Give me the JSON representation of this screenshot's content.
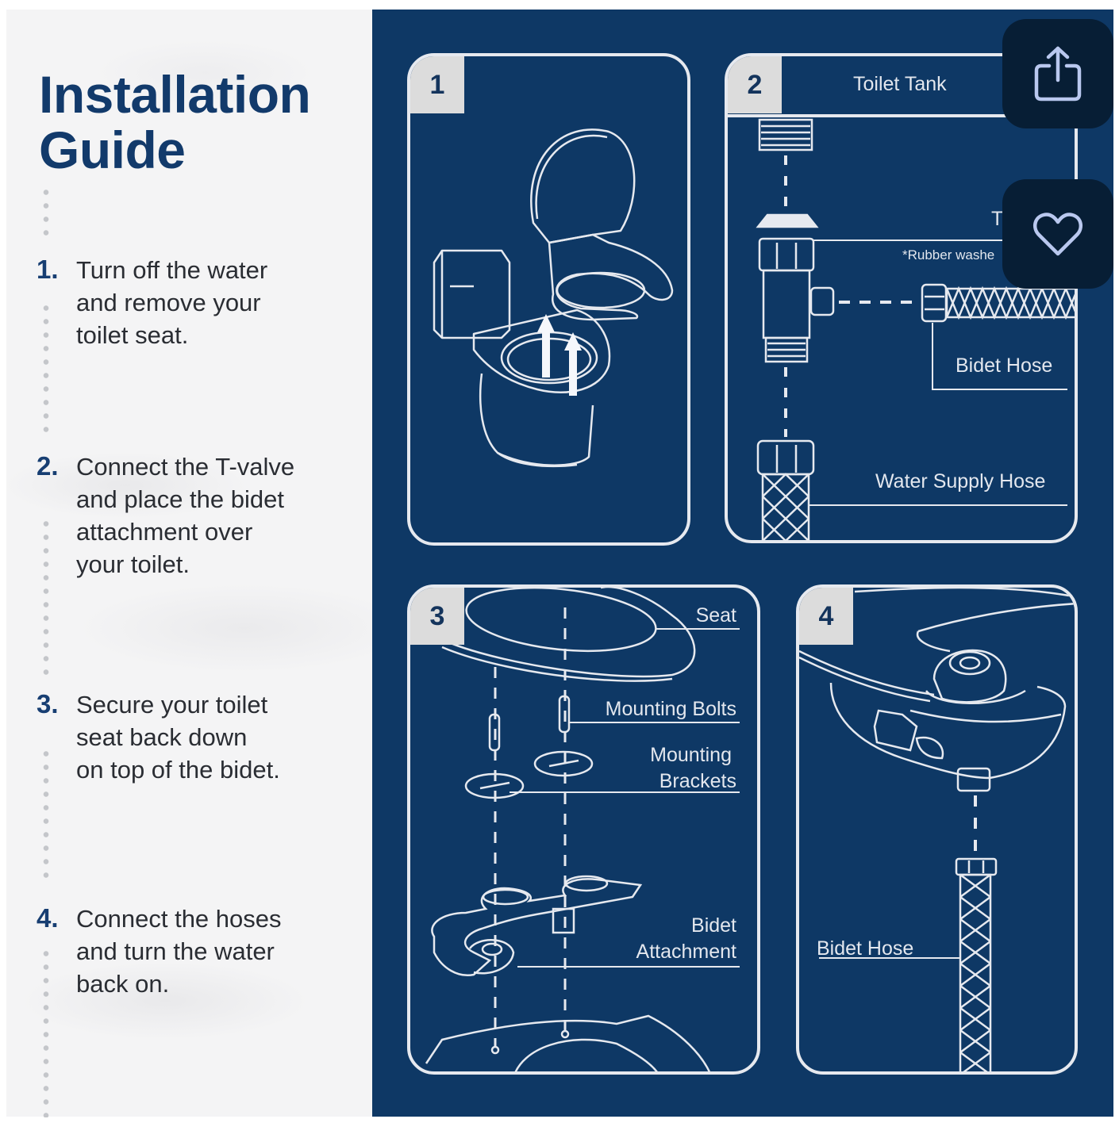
{
  "guide": {
    "title_line1": "Installation",
    "title_line2": "Guide",
    "steps": [
      {
        "num": "1.",
        "lines": [
          "Turn off the water",
          "and remove your",
          "toilet seat."
        ]
      },
      {
        "num": "2.",
        "lines": [
          "Connect the T-valve",
          "and place the bidet",
          "attachment over",
          "your toilet."
        ]
      },
      {
        "num": "3.",
        "lines": [
          "Secure your toilet",
          "seat back down",
          "on top of the bidet."
        ]
      },
      {
        "num": "4.",
        "lines": [
          "Connect the hoses",
          "and turn the water",
          "back on."
        ]
      }
    ]
  },
  "panels": [
    {
      "badge": "1",
      "labels": []
    },
    {
      "badge": "2",
      "labels": {
        "toilet_tank": "Toilet Tank",
        "t_valve_partial": "T",
        "rubber_washer_partial": "*Rubber washe",
        "bidet_hose": "Bidet Hose",
        "water_supply_hose": "Water Supply Hose"
      }
    },
    {
      "badge": "3",
      "labels": {
        "seat": "Seat",
        "mounting_bolts": "Mounting Bolts",
        "mounting_brackets_1": "Mounting",
        "mounting_brackets_2": "Brackets",
        "bidet_attachment_1": "Bidet",
        "bidet_attachment_2": "Attachment"
      }
    },
    {
      "badge": "4",
      "labels": {
        "bidet_hose": "Bidet Hose"
      }
    }
  ],
  "actions": {
    "share": "share-icon",
    "favorite": "heart-icon"
  },
  "colors": {
    "navy_background": "#0e3865",
    "title_blue": "#123a6b",
    "line_white": "#e6e9ef",
    "badge_grey": "#dcdcdc",
    "fab_background": "#071e35",
    "fab_icon": "#b9c8ef"
  }
}
